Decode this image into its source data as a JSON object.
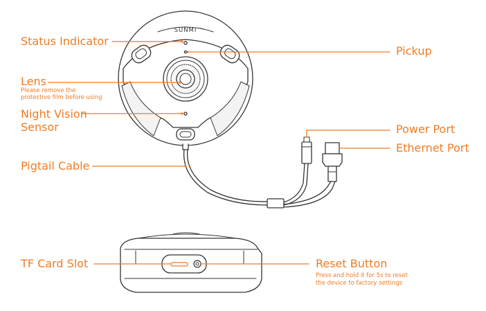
{
  "colors": {
    "accent": "#F07B22",
    "line_art": "#333333",
    "fill": "#ffffff",
    "shade": "#f3f3f3"
  },
  "device": {
    "brand_mark": "SUNMI"
  },
  "labels": {
    "status_indicator": "Status Indicator",
    "lens": "Lens",
    "lens_note_line1": "Please remove the",
    "lens_note_line2": "protective film before using",
    "night_vision_line1": "Night Vision",
    "night_vision_line2": "Sensor",
    "pigtail_cable": "Pigtail Cable",
    "pickup": "Pickup",
    "power_port": "Power Port",
    "ethernet_port": "Ethernet Port",
    "tf_card_slot": "TF Card Slot",
    "reset_button": "Reset Button",
    "reset_note_line1": "Press and hold it for 5s to reset",
    "reset_note_line2": "the device to factory settings"
  }
}
